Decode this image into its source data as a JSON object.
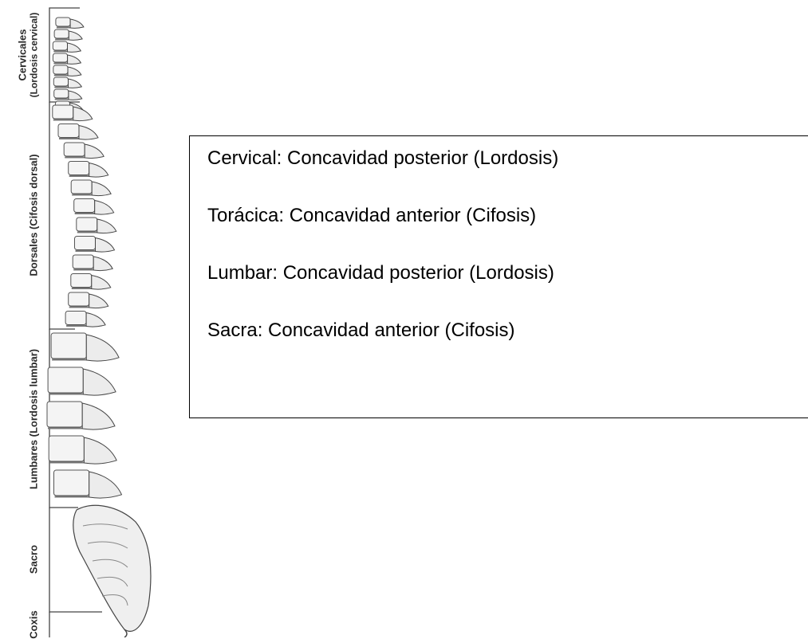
{
  "regions": [
    {
      "id": "cervicales",
      "name": "Cervicales",
      "curve": "(Lordosis cervical)"
    },
    {
      "id": "dorsales",
      "name": "Dorsales (Cifosis dorsal)",
      "curve": ""
    },
    {
      "id": "lumbares",
      "name": "Lumbares (Lordosis lumbar)",
      "curve": ""
    },
    {
      "id": "sacro",
      "name": "Sacro",
      "curve": ""
    },
    {
      "id": "coxis",
      "name": "Coxis",
      "curve": ""
    }
  ],
  "curvatures": [
    "Cervical: Concavidad posterior (Lordosis)",
    "Torácica: Concavidad anterior (Cifosis)",
    "Lumbar: Concavidad posterior (Lordosis)",
    "Sacra: Concavidad anterior (Cifosis)"
  ]
}
